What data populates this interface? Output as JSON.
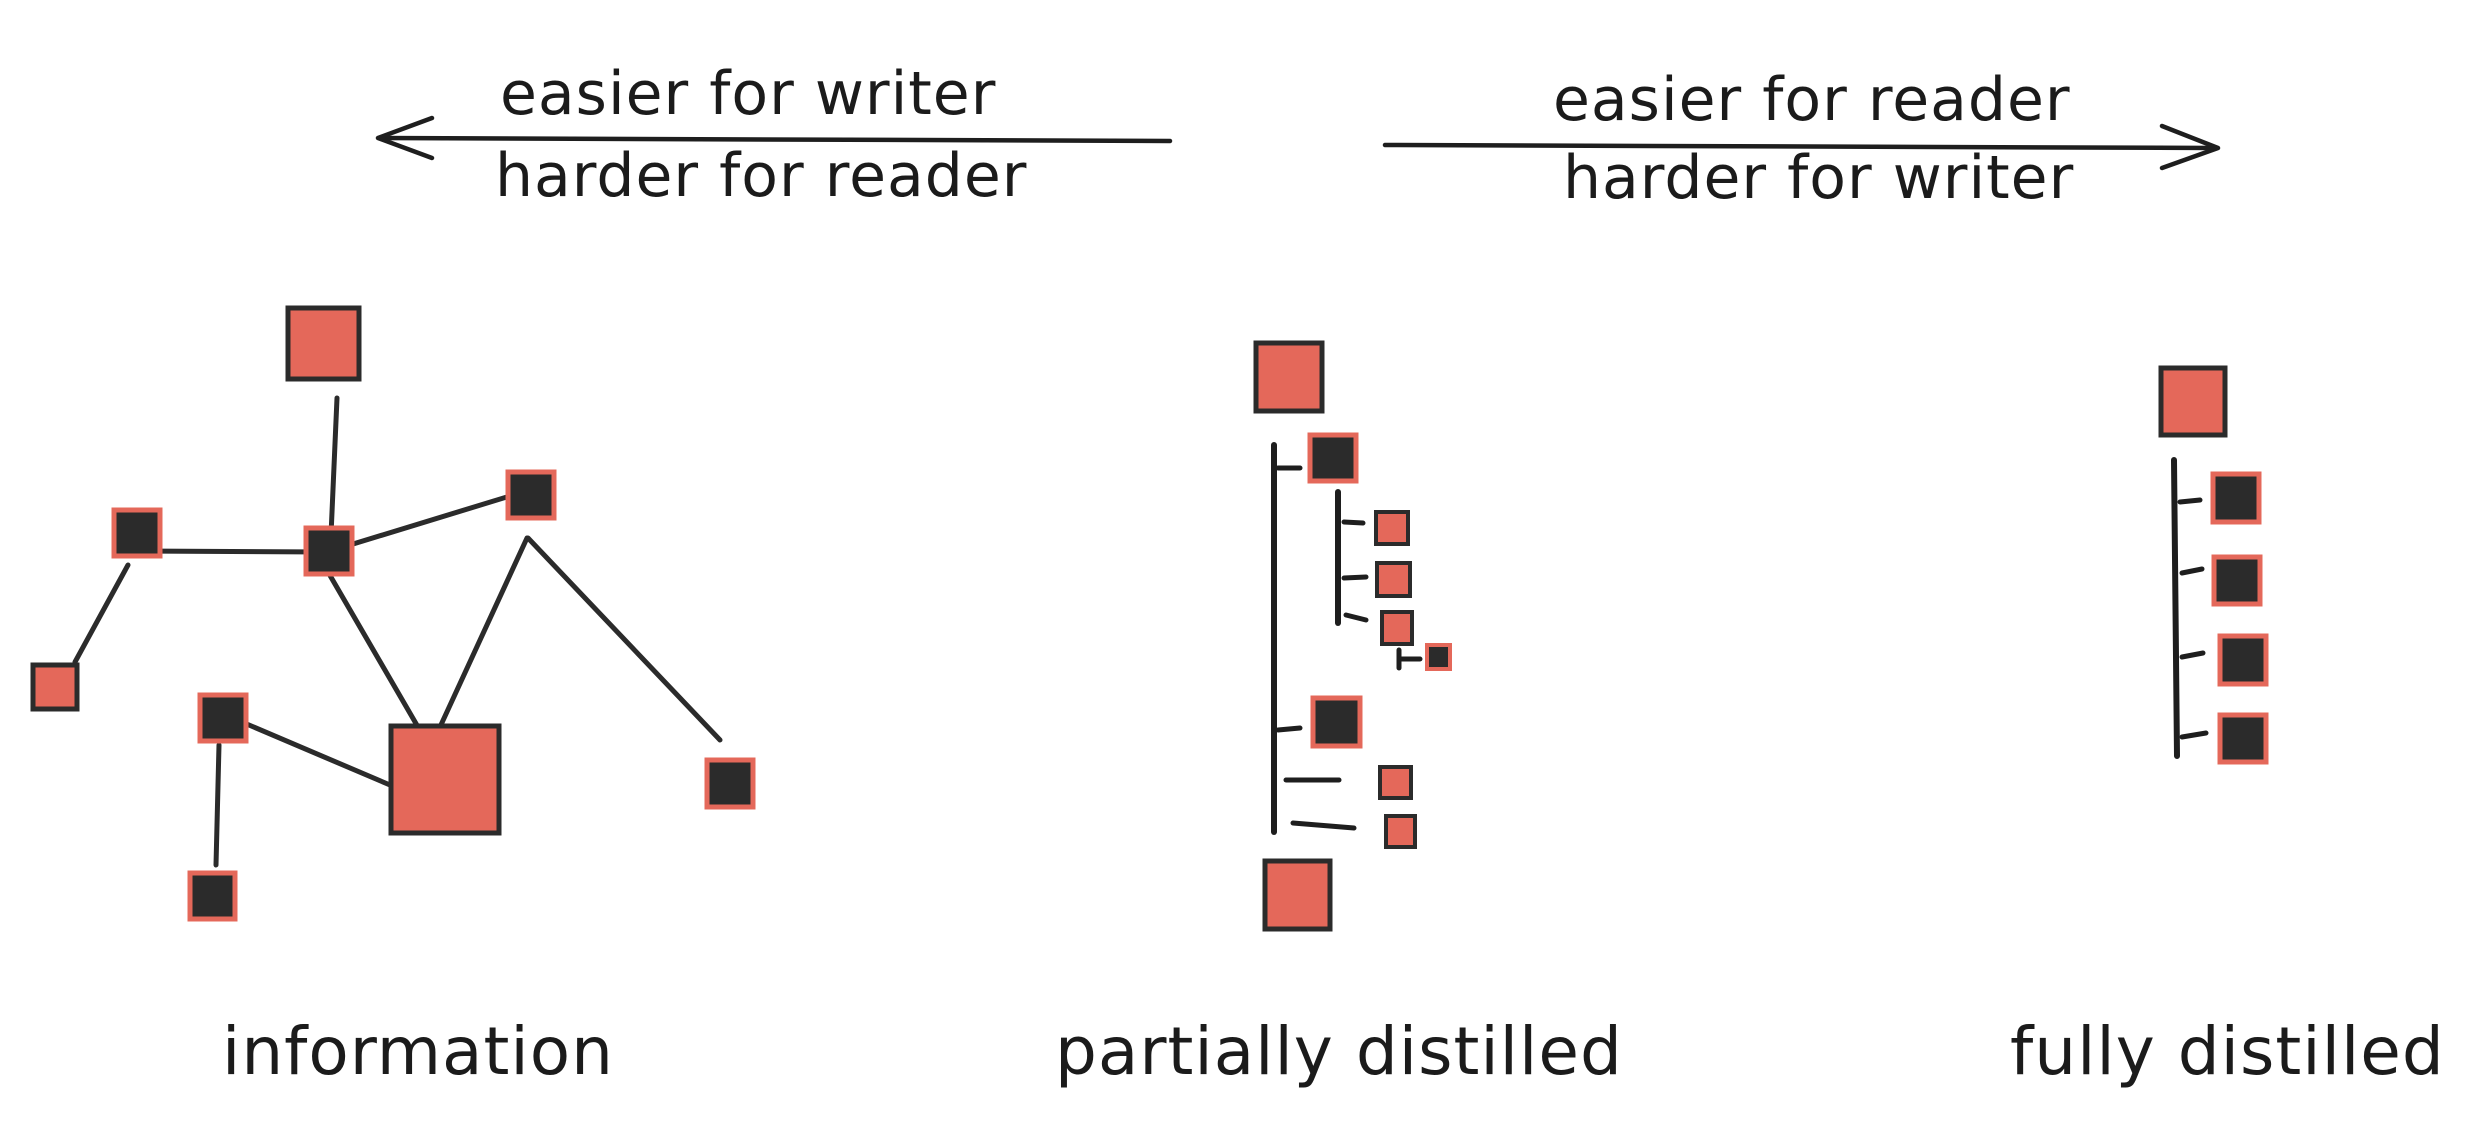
{
  "header": {
    "left_top": "easier for writer",
    "left_bottom": "harder for reader",
    "right_top": "easier for reader",
    "right_bottom": "harder for writer"
  },
  "labels": {
    "information": "information",
    "partial": "partially distilled",
    "full": "fully distilled"
  },
  "colors": {
    "accent": "#e4685a",
    "dark": "#2b2b2b",
    "outline": "#2b2b2b",
    "text": "#1b1b1b"
  },
  "shapes": {
    "light_node": "red-square",
    "dark_node": "black-square-red-border"
  }
}
